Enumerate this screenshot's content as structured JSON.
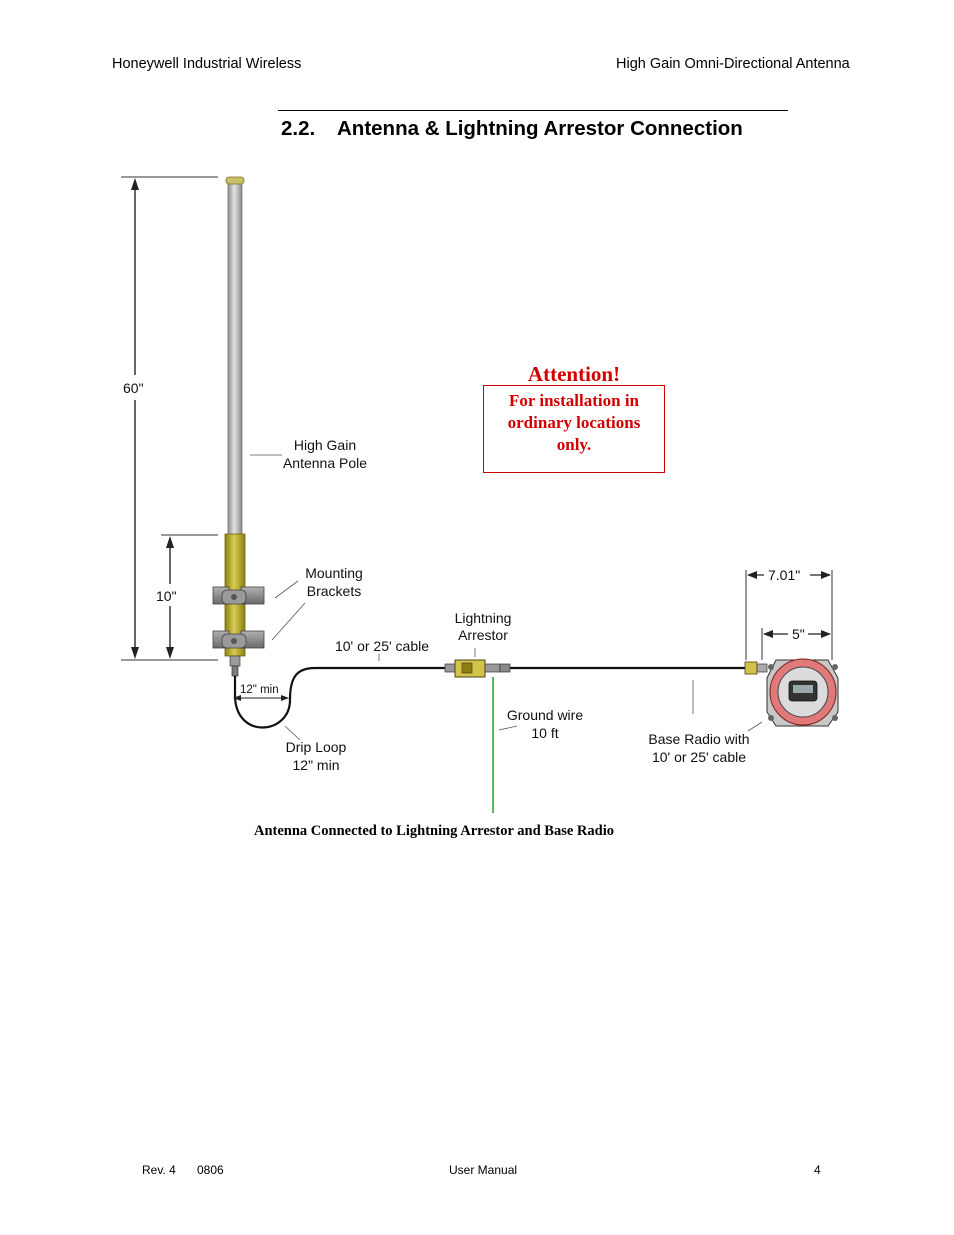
{
  "header": {
    "left": "Honeywell Industrial Wireless",
    "right": "High Gain Omni-Directional Antenna"
  },
  "section": {
    "number": "2.2.",
    "title": "Antenna & Lightning Arrestor Connection"
  },
  "diagram": {
    "dimension_total": "60\"",
    "dimension_bracket": "10\"",
    "antenna_pole_label": [
      "High Gain",
      "Antenna Pole"
    ],
    "mounting_brackets_label": [
      "Mounting",
      "Brackets"
    ],
    "cable_label": "10' or 25' cable",
    "drip_loop_dimension": "12\" min",
    "drip_loop_label": [
      "Drip Loop",
      "12\" min"
    ],
    "lightning_arrestor_label": [
      "Lightning",
      "Arrestor"
    ],
    "ground_wire_label": [
      "Ground wire",
      "10 ft"
    ],
    "base_radio_label": [
      "Base Radio with",
      "10' or 25' cable"
    ],
    "radio_width_outer": "7.01\"",
    "radio_width_inner": "5\"",
    "colors": {
      "pole": "#b9b9b9",
      "mount_section": "#b8ac2a",
      "bracket": "#8a8a8a",
      "ground_wire": "#1aa329",
      "radio_ring": "#e07a7a"
    }
  },
  "attention": {
    "title": "Attention!",
    "lines": [
      "For installation in",
      "ordinary locations",
      "only."
    ],
    "color": "#d20000"
  },
  "caption": "Antenna Connected to Lightning Arrestor and Base Radio",
  "footer": {
    "rev": "Rev. 4",
    "date": "0806",
    "doc": "User Manual",
    "page": "4"
  }
}
